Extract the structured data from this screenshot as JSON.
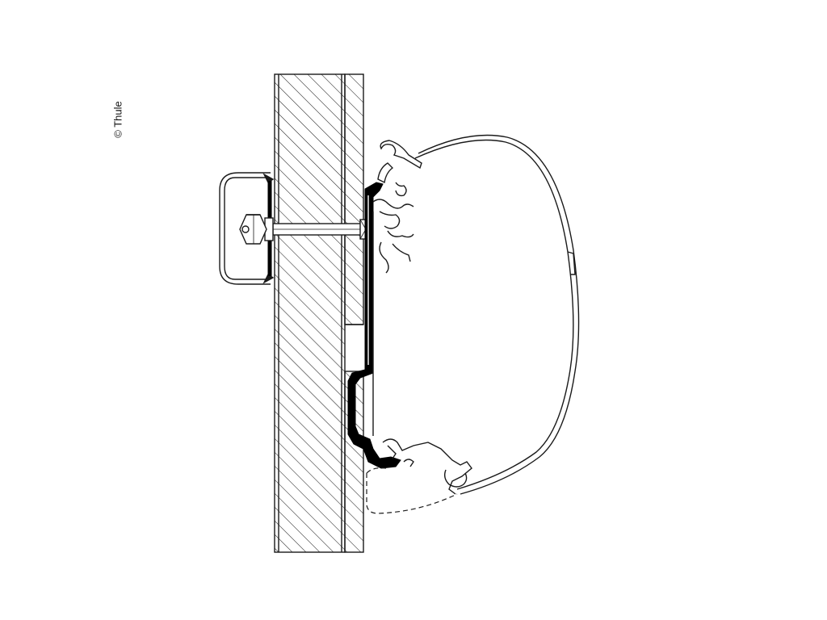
{
  "copyright": "© Thule",
  "colors": {
    "background": "#ffffff",
    "line": "#1a1a1a",
    "bracket_fill": "#000000",
    "nut_fill": "#ffffff"
  },
  "parts": {
    "wall_panel": "hatched-wall-section",
    "mounting_bracket": "black-adapter-rail",
    "bolt": "through-bolt",
    "nut": "hex-nut",
    "cover_cap": "inner-cover-cap",
    "awning_housing": "awning-cassette-profile",
    "hidden_outline": "dashed-alternate-position"
  }
}
